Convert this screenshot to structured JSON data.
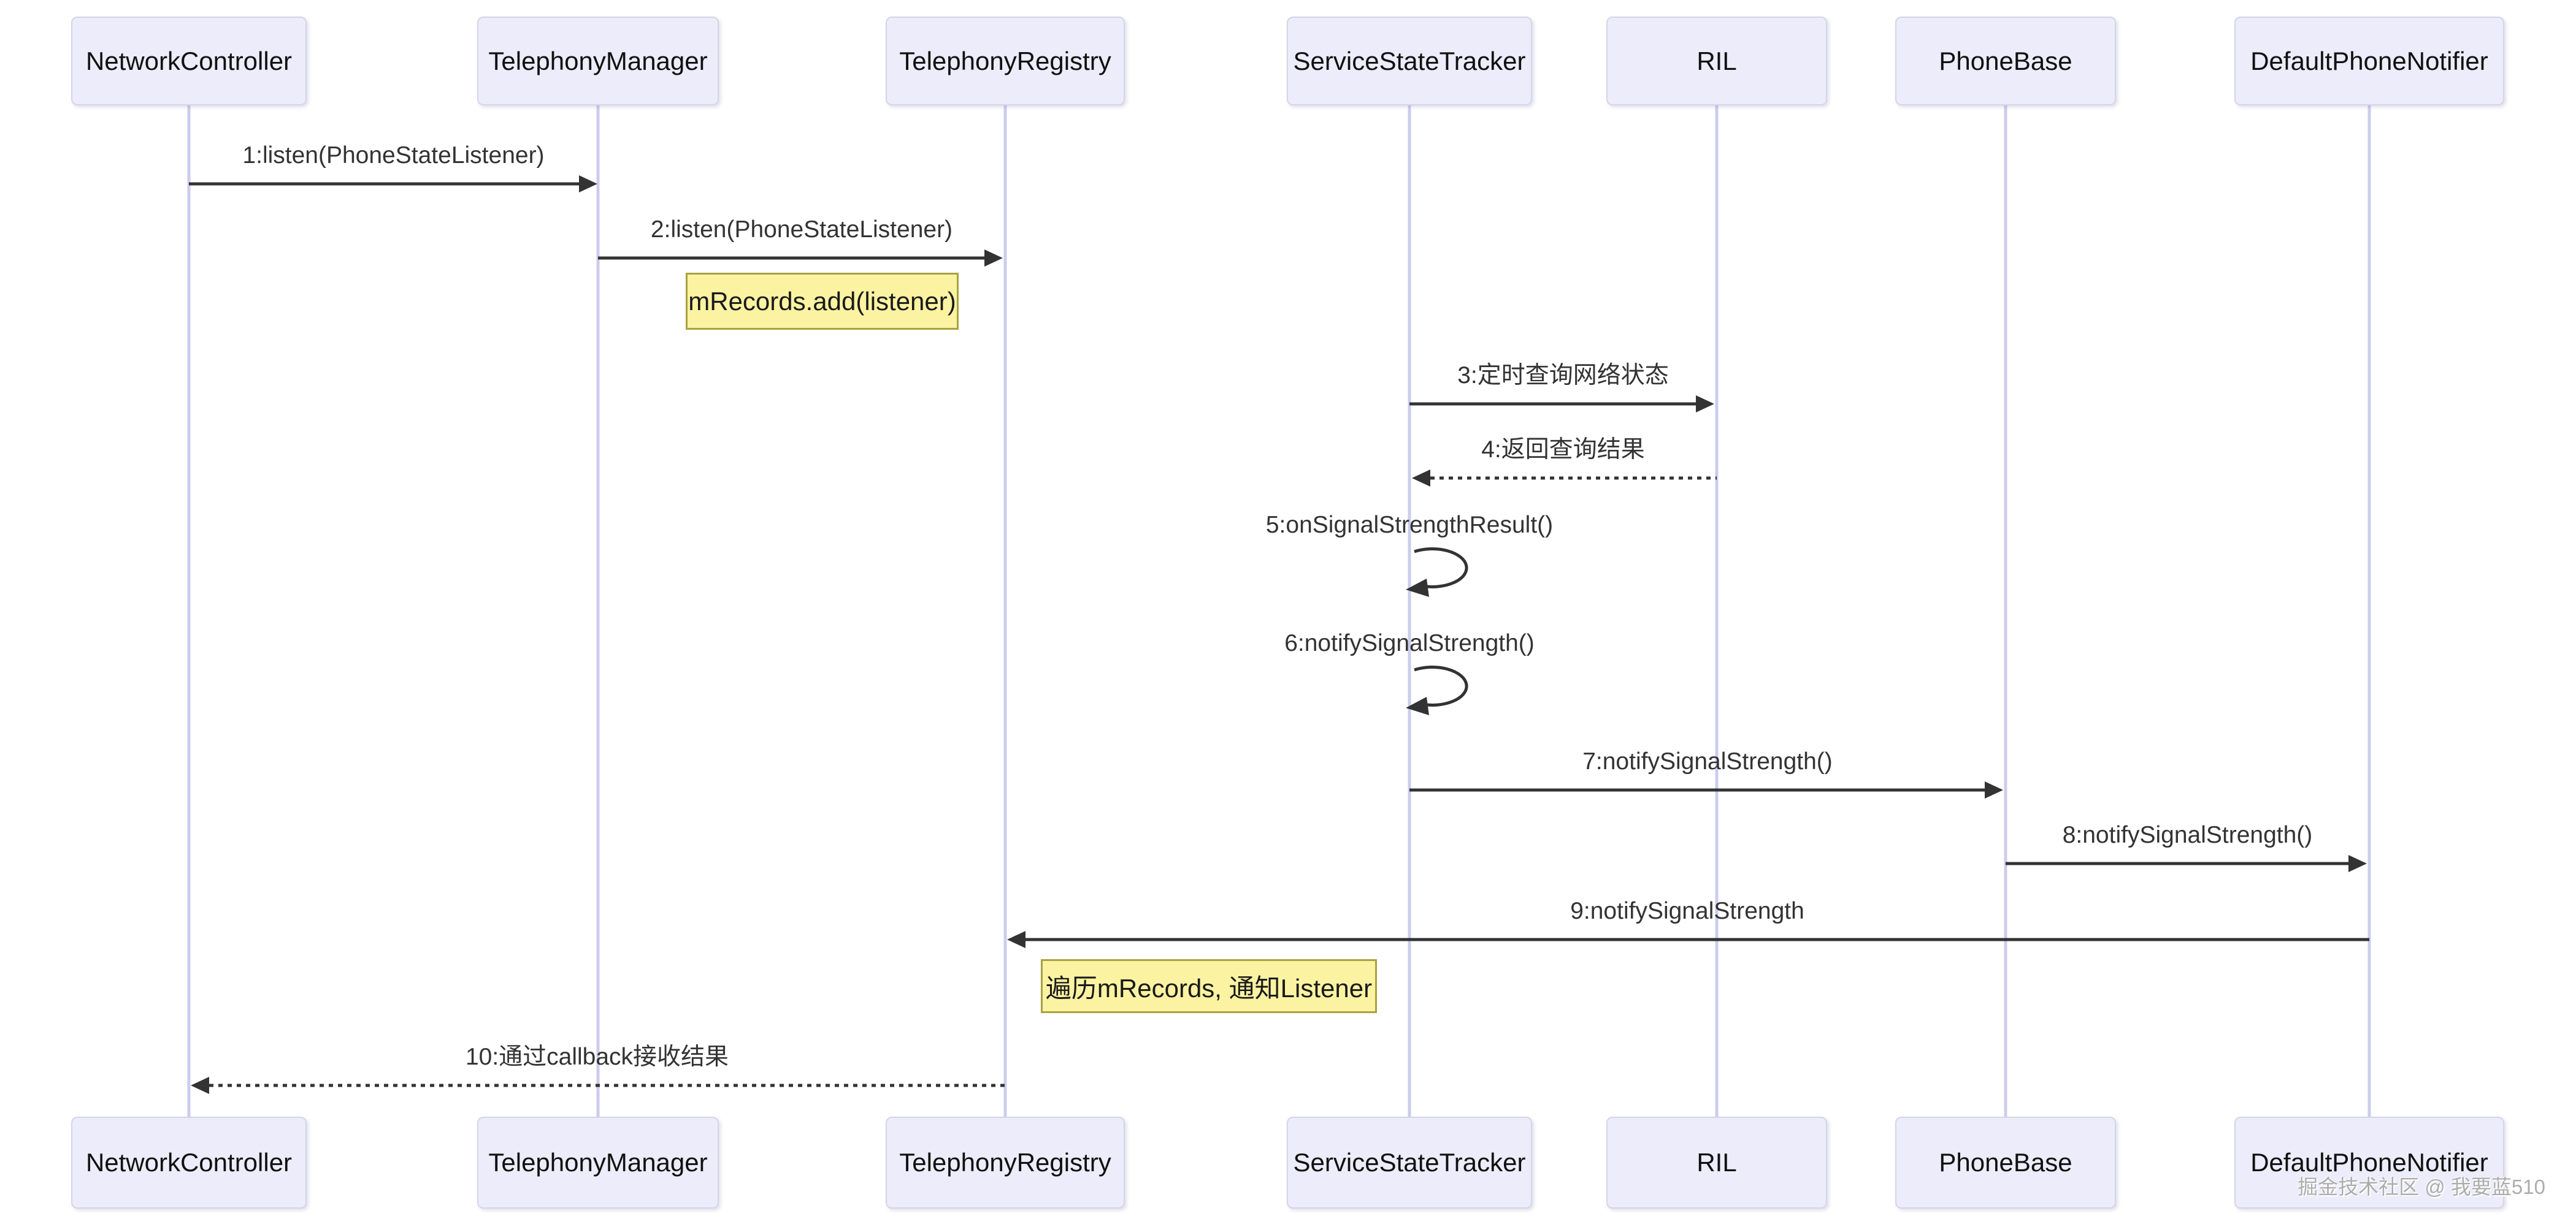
{
  "diagram": {
    "participants": [
      {
        "name": "NetworkController"
      },
      {
        "name": "TelephonyManager"
      },
      {
        "name": "TelephonyRegistry"
      },
      {
        "name": "ServiceStateTracker"
      },
      {
        "name": "RIL"
      },
      {
        "name": "PhoneBase"
      },
      {
        "name": "DefaultPhoneNotifier"
      }
    ],
    "messages": [
      {
        "label": "1:listen(PhoneStateListener)",
        "from": "NetworkController",
        "to": "TelephonyManager",
        "line": "solid"
      },
      {
        "label": "2:listen(PhoneStateListener)",
        "from": "TelephonyManager",
        "to": "TelephonyRegistry",
        "line": "solid"
      },
      {
        "label": "3:定时查询网络状态",
        "from": "ServiceStateTracker",
        "to": "RIL",
        "line": "solid"
      },
      {
        "label": "4:返回查询结果",
        "from": "RIL",
        "to": "ServiceStateTracker",
        "line": "dashed"
      },
      {
        "label": "5:onSignalStrengthResult()",
        "from": "ServiceStateTracker",
        "to": "ServiceStateTracker",
        "line": "self"
      },
      {
        "label": "6:notifySignalStrength()",
        "from": "ServiceStateTracker",
        "to": "ServiceStateTracker",
        "line": "self"
      },
      {
        "label": "7:notifySignalStrength()",
        "from": "ServiceStateTracker",
        "to": "PhoneBase",
        "line": "solid"
      },
      {
        "label": "8:notifySignalStrength()",
        "from": "PhoneBase",
        "to": "DefaultPhoneNotifier",
        "line": "solid"
      },
      {
        "label": "9:notifySignalStrength",
        "from": "DefaultPhoneNotifier",
        "to": "TelephonyRegistry",
        "line": "solid"
      },
      {
        "label": "10:通过callback接收结果",
        "from": "TelephonyRegistry",
        "to": "NetworkController",
        "line": "dashed"
      }
    ],
    "notes": [
      {
        "text": "mRecords.add(listener)"
      },
      {
        "text": "遍历mRecords, 通知Listener"
      }
    ],
    "watermark": "掘金技术社区 @ 我要蓝510",
    "colors": {
      "actor_fill": "#ECECFA",
      "actor_border": "#D5D5E8",
      "lifeline": "#CCCCEE",
      "arrow": "#333333",
      "note_fill": "#FBF3A1",
      "note_border": "#A8A23F"
    }
  }
}
